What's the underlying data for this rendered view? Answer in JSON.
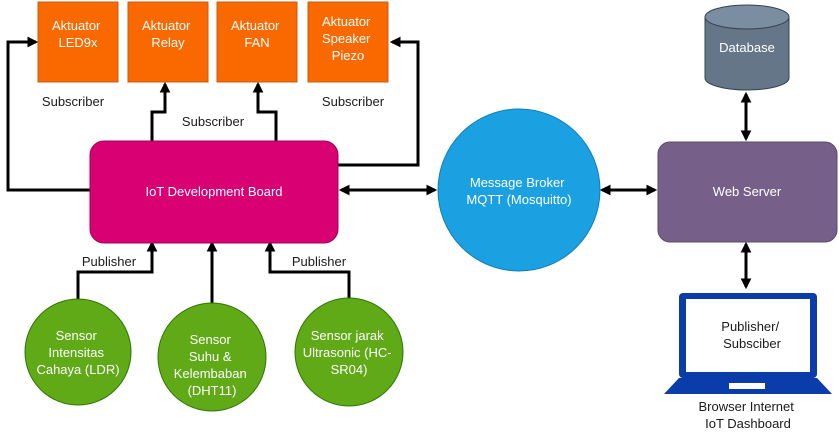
{
  "colors": {
    "actuator": "#fa6800",
    "actuator_border": "#c75e10",
    "board": "#d80073",
    "board_border": "#a50058",
    "broker": "#1ba1e2",
    "broker_border": "#0e7fb6",
    "server": "#76608a",
    "server_border": "#5a4a6d",
    "sensor": "#60a917",
    "sensor_border": "#2d7600",
    "database": "#647687",
    "database_border": "#314354",
    "laptop": "#0a3caa",
    "line": "#000000"
  },
  "actuators": [
    {
      "lines": [
        "Aktuator",
        "LED9x"
      ]
    },
    {
      "lines": [
        "Aktuator",
        "Relay"
      ]
    },
    {
      "lines": [
        "Aktuator",
        "FAN"
      ]
    },
    {
      "lines": [
        "Aktuator",
        "Speaker",
        "Piezo"
      ]
    }
  ],
  "board": {
    "label": "IoT Development Board"
  },
  "broker": {
    "lines": [
      "Message Broker",
      "MQTT (Mosquitto)"
    ]
  },
  "server": {
    "label": "Web Server"
  },
  "database": {
    "label": "Database"
  },
  "laptop": {
    "screen_lines": [
      "Publisher/",
      "Subsciber"
    ],
    "caption_lines": [
      "Browser Internet",
      "IoT Dashboard"
    ]
  },
  "sensors": [
    {
      "lines": [
        "Sensor",
        "Intensitas",
        "Cahaya (LDR)"
      ]
    },
    {
      "lines": [
        "Sensor",
        "Suhu &",
        "Kelembaban",
        "(DHT11)"
      ]
    },
    {
      "lines": [
        "Sensor jarak",
        "Ultrasonic (HC-",
        "SR04)"
      ]
    }
  ],
  "edge_labels": {
    "subscriber_left": "Subscriber",
    "subscriber_middle": "Subscriber",
    "subscriber_right": "Subscriber",
    "publisher_left": "Publisher",
    "publisher_right": "Publisher"
  },
  "icons": {
    "database": "database-cylinder-icon",
    "laptop": "laptop-icon"
  }
}
